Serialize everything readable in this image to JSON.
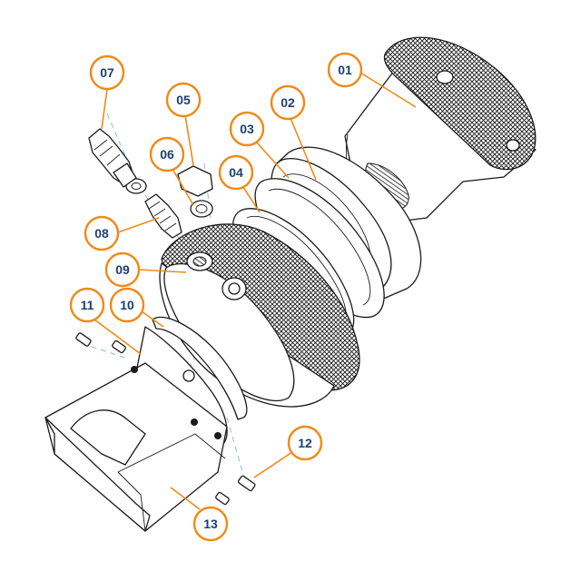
{
  "diagram": {
    "accent_color": "#ef8a17",
    "label_text_color": "#1d3f73",
    "callouts": [
      {
        "id": "c01",
        "label": "01"
      },
      {
        "id": "c02",
        "label": "02"
      },
      {
        "id": "c03",
        "label": "03"
      },
      {
        "id": "c04",
        "label": "04"
      },
      {
        "id": "c05",
        "label": "05"
      },
      {
        "id": "c06",
        "label": "06"
      },
      {
        "id": "c07",
        "label": "07"
      },
      {
        "id": "c08",
        "label": "08"
      },
      {
        "id": "c09",
        "label": "09"
      },
      {
        "id": "c10",
        "label": "10"
      },
      {
        "id": "c11",
        "label": "11"
      },
      {
        "id": "c12",
        "label": "12"
      },
      {
        "id": "c13",
        "label": "13"
      }
    ]
  }
}
